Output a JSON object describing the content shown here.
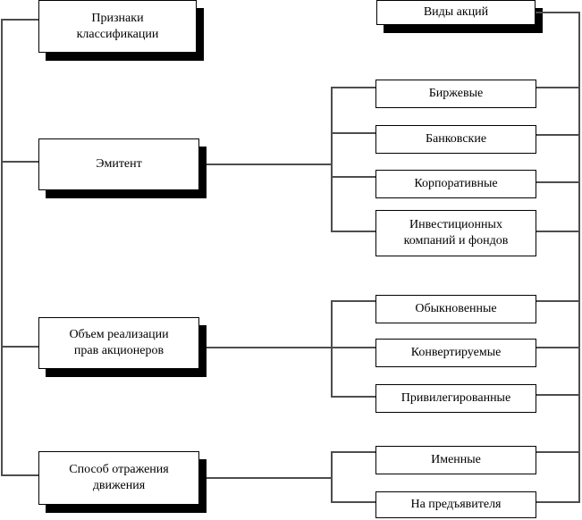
{
  "header": {
    "criteria_label": "Признаки\nклассификации",
    "types_label": "Виды акций"
  },
  "criteria": [
    {
      "label": "Эмитент",
      "children": [
        "Биржевые",
        "Банковские",
        "Корпоративные",
        "Инвестиционных\nкомпаний и фондов"
      ]
    },
    {
      "label": "Объем реализации\nправ акционеров",
      "children": [
        "Обыкновенные",
        "Конвертируемые",
        "Привилегированные"
      ]
    },
    {
      "label": "Способ отражения\nдвижения",
      "children": [
        "Именные",
        "На предъявителя"
      ]
    }
  ],
  "colors": {
    "line": "#4d4d4d",
    "box_border": "#000000",
    "shadow": "#000000",
    "background": "#ffffff"
  }
}
